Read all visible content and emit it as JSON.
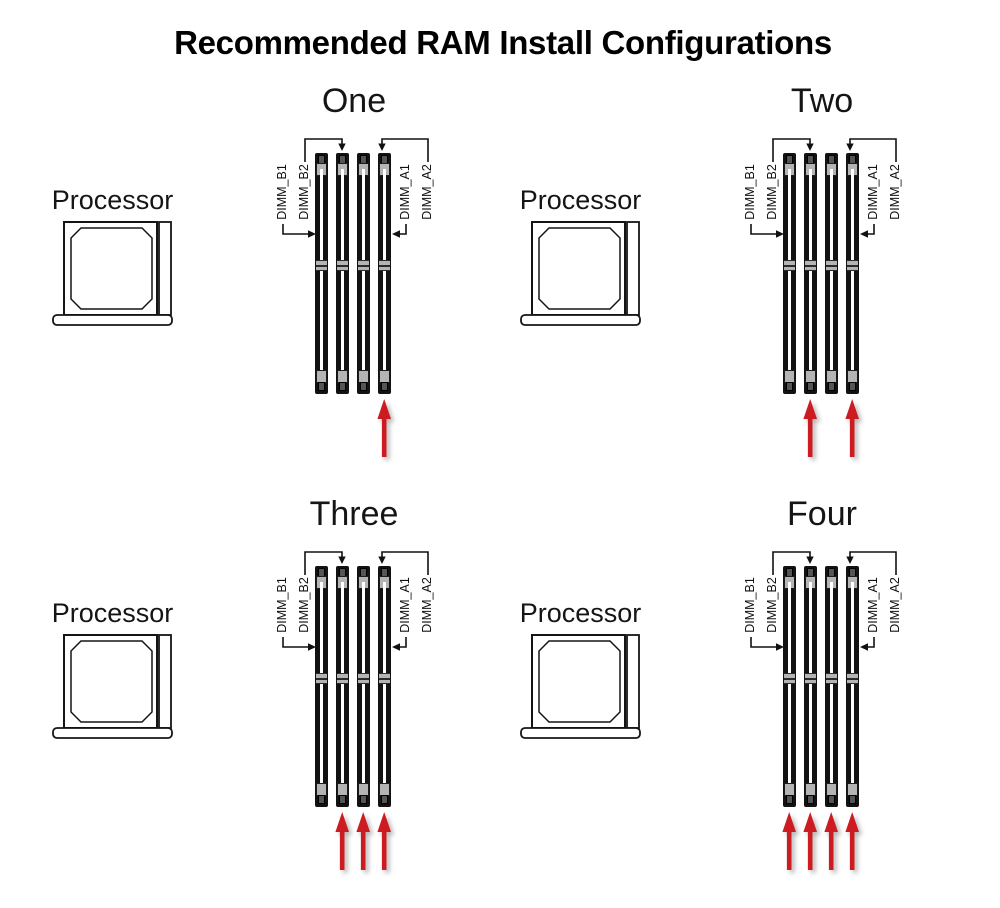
{
  "title": "Recommended RAM Install Configurations",
  "processor_label": "Processor",
  "dimm_labels": [
    "DIMM_B1",
    "DIMM_B2",
    "DIMM_A1",
    "DIMM_A2"
  ],
  "colors": {
    "arrow_red": "#cc1b21",
    "slot_body": "#121212",
    "latch_gray": "#b4b4b4",
    "tab_gray": "#555555",
    "line_black": "#151515"
  },
  "configs": [
    {
      "label": "One",
      "arrows": [
        false,
        false,
        false,
        true
      ],
      "populated_slots": [
        "DIMM_A2"
      ]
    },
    {
      "label": "Two",
      "arrows": [
        false,
        true,
        false,
        true
      ],
      "populated_slots": [
        "DIMM_B2",
        "DIMM_A2"
      ]
    },
    {
      "label": "Three",
      "arrows": [
        false,
        true,
        true,
        true
      ],
      "populated_slots": [
        "DIMM_B2",
        "DIMM_A1",
        "DIMM_A2"
      ]
    },
    {
      "label": "Four",
      "arrows": [
        true,
        true,
        true,
        true
      ],
      "populated_slots": [
        "DIMM_B1",
        "DIMM_B2",
        "DIMM_A1",
        "DIMM_A2"
      ]
    }
  ]
}
